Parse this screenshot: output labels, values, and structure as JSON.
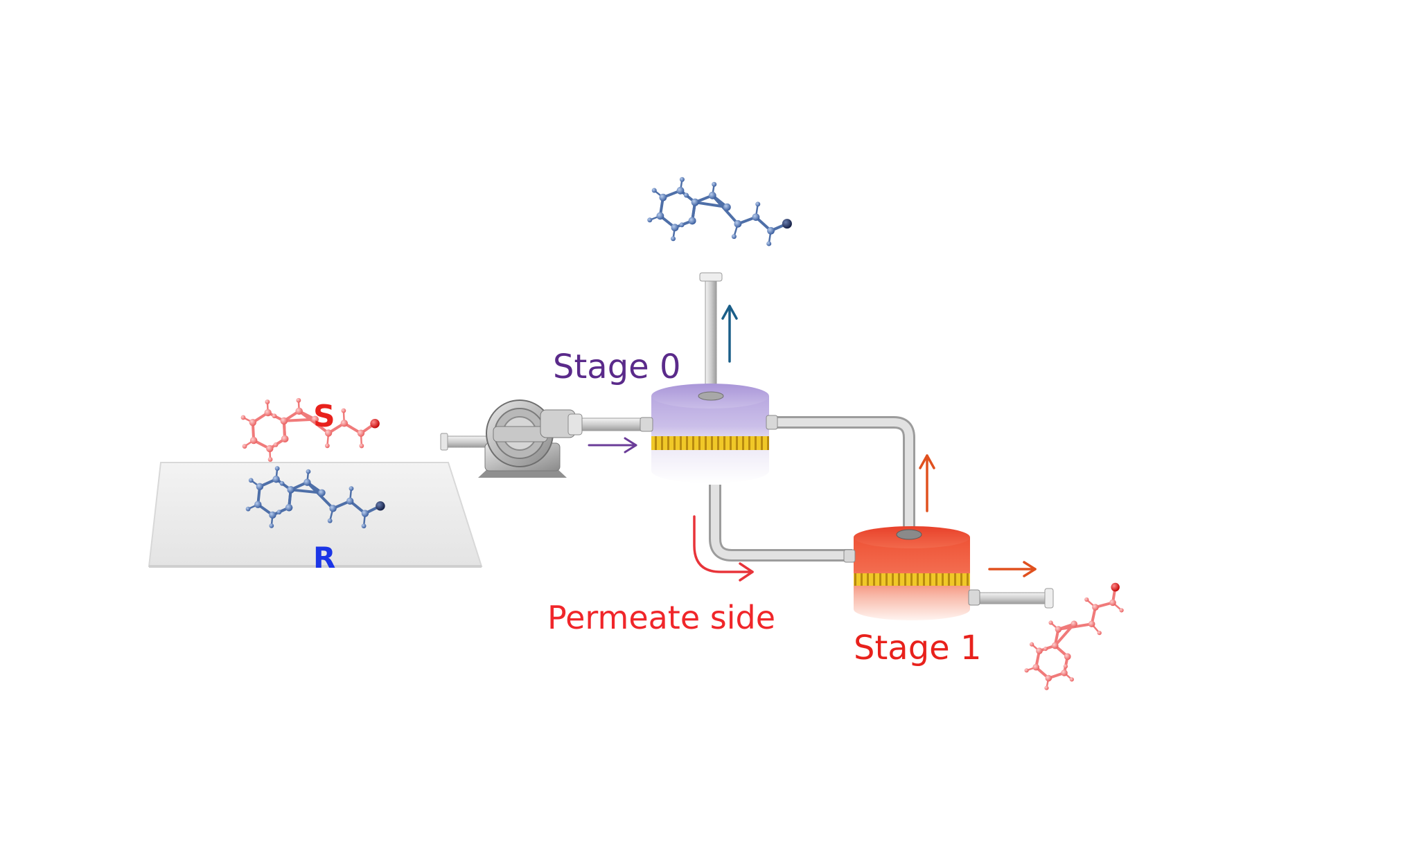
{
  "labels": {
    "stage0": "Stage 0",
    "stage1": "Stage 1",
    "permeate": "Permeate side",
    "s_enantiomer": "S",
    "r_enantiomer": "R"
  },
  "colors": {
    "stage0_label": "#5a2a8a",
    "stage1_label": "#e8211c",
    "permeate_label": "#f0262a",
    "s_label": "#e8211c",
    "r_label": "#1b35e6",
    "arrow_feed": "#6a3c98",
    "arrow_retentate0": "#1a5e88",
    "arrow_permeate": "#e8343a",
    "arrow_stage1": "#e0501e",
    "molecule_s": "#f07a7a",
    "molecule_r": "#4e6fa8",
    "stage0_body": "#b7a6dd",
    "stage1_body": "#ef5a3c",
    "membrane_band": "#d8a820"
  },
  "icons": {
    "pump": "centrifugal-pump-icon",
    "module0": "membrane-module-stage0-icon",
    "module1": "membrane-module-stage1-icon"
  }
}
